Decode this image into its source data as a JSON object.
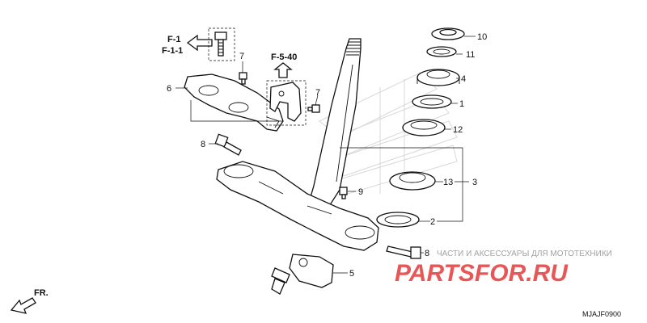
{
  "refs": {
    "f1": "F-1",
    "f11": "F-1-1",
    "f540": "F-5-40"
  },
  "callouts": {
    "c1": "1",
    "c2": "2",
    "c3": "3",
    "c4": "4",
    "c5": "5",
    "c6": "6",
    "c7a": "7",
    "c7b": "7",
    "c8a": "8",
    "c8b": "8",
    "c9": "9",
    "c10": "10",
    "c11": "11",
    "c12": "12",
    "c13": "13"
  },
  "direction_label": "FR.",
  "diagram_code": "MJAJF0900",
  "watermark": {
    "subtitle": "ЧАСТИ И АКСЕССУАРЫ ДЛЯ МОТОТЕХНИКИ",
    "brand": "PARTSFOR.RU"
  },
  "colors": {
    "line": "#111111",
    "watermark_red": "#e02020",
    "watermark_gray": "#8a8a8a"
  }
}
